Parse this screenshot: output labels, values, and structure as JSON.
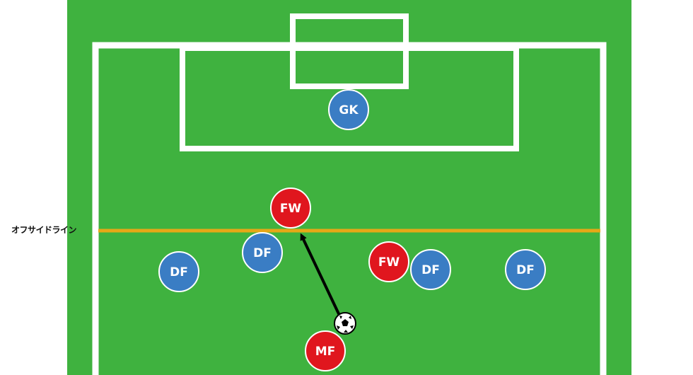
{
  "offside_line_label": "オフサイドライン",
  "colors": {
    "pitch": "#3fb23f",
    "lines": "#ffffff",
    "offside_line": "#e6a817",
    "defender": "#3a7dc4",
    "attacker": "#e0161e",
    "arrow": "#000000"
  },
  "players": [
    {
      "team": "defender",
      "label": "GK"
    },
    {
      "team": "attacker",
      "label": "FW"
    },
    {
      "team": "defender",
      "label": "DF"
    },
    {
      "team": "defender",
      "label": "DF"
    },
    {
      "team": "attacker",
      "label": "FW"
    },
    {
      "team": "defender",
      "label": "DF"
    },
    {
      "team": "defender",
      "label": "DF"
    },
    {
      "team": "attacker",
      "label": "MF"
    }
  ]
}
